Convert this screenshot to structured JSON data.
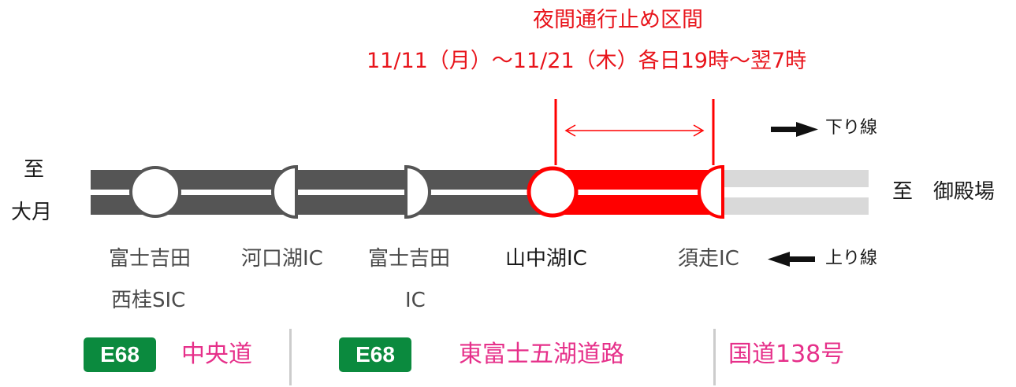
{
  "header": {
    "title": "夜間通行止め区間",
    "period": "11/11（月）～11/21（木）各日19時～翌7時"
  },
  "ends": {
    "left": [
      "至",
      "大月"
    ],
    "right": "至　御殿場"
  },
  "legend": {
    "down": "下り線",
    "up": "上り線"
  },
  "interchanges": [
    {
      "lines": [
        "富士吉田",
        "西桂SIC"
      ]
    },
    {
      "lines": [
        "河口湖IC"
      ]
    },
    {
      "lines": [
        "富士吉田",
        "IC"
      ]
    },
    {
      "lines": [
        "山中湖IC"
      ]
    },
    {
      "lines": [
        "須走IC"
      ]
    }
  ],
  "routes": [
    {
      "badge": "E68",
      "name": "中央道"
    },
    {
      "badge": "E68",
      "name": "東富士五湖道路"
    },
    {
      "badge": "",
      "name": "国道138号"
    }
  ],
  "colors": {
    "road_open": "#555555",
    "road_closed": "#ff0000",
    "road_other": "#d9d9d9",
    "accent": "#e8141b",
    "route_name": "#e6308a",
    "badge": "#0b8a3e"
  }
}
